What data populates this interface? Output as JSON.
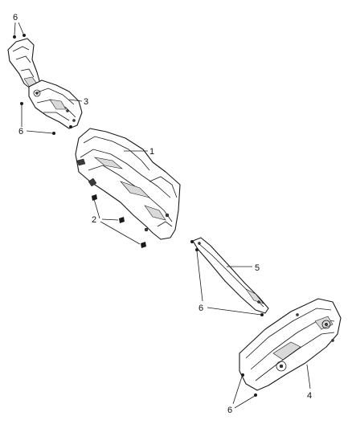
{
  "callouts": {
    "c1": "1",
    "c2": "2",
    "c3": "3",
    "c4": "4",
    "c5": "5",
    "c6_top": "6",
    "c6_upper_left": "6",
    "c6_middle": "6",
    "c6_bottom": "6"
  },
  "colors": {
    "line": "#1a1a1a",
    "background": "#ffffff",
    "shading": "#d9d9d9"
  }
}
